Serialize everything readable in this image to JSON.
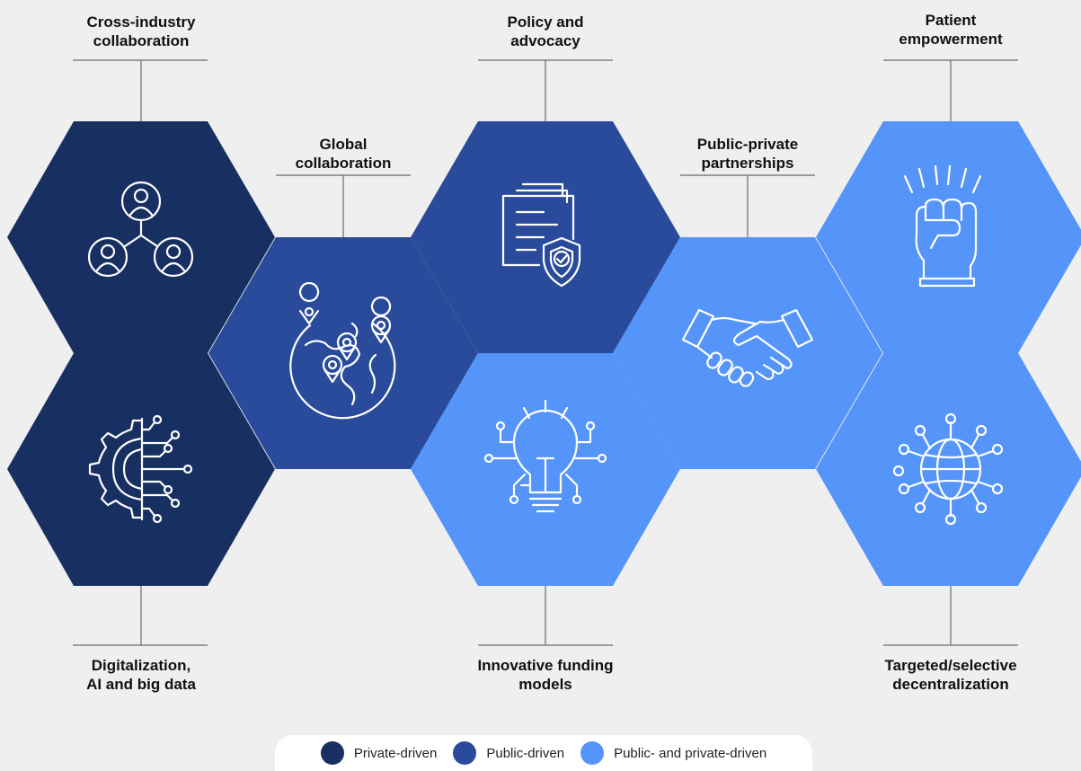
{
  "colors": {
    "private": "#172f61",
    "public": "#2a4b9b",
    "both": "#5594f8",
    "background": "#efefef",
    "icon_stroke": "#ffffff"
  },
  "labels": {
    "cross_industry": [
      "Cross-industry",
      "collaboration"
    ],
    "global": [
      "Global",
      "collaboration"
    ],
    "policy": [
      "Policy and",
      "advocacy"
    ],
    "ppp": [
      "Public-private",
      "partnerships"
    ],
    "patient": [
      "Patient",
      "empowerment"
    ],
    "digital": [
      "Digitalization,",
      "AI and big data"
    ],
    "funding": [
      "Innovative funding",
      "models"
    ],
    "decentral": [
      "Targeted/selective",
      "decentralization"
    ]
  },
  "hexagons": [
    {
      "id": "cross-industry",
      "driver": "private",
      "icon": "people-network-icon"
    },
    {
      "id": "digitalization",
      "driver": "private",
      "icon": "gear-circuit-icon"
    },
    {
      "id": "global-collaboration",
      "driver": "public",
      "icon": "globe-pins-icon"
    },
    {
      "id": "policy-advocacy",
      "driver": "public",
      "icon": "document-shield-icon"
    },
    {
      "id": "innovative-funding",
      "driver": "both",
      "icon": "lightbulb-icon"
    },
    {
      "id": "public-private-partnerships",
      "driver": "both",
      "icon": "handshake-icon"
    },
    {
      "id": "patient-empowerment",
      "driver": "both",
      "icon": "raised-fist-icon"
    },
    {
      "id": "decentralization",
      "driver": "both",
      "icon": "globe-network-icon"
    }
  ],
  "legend": {
    "private": "Private-driven",
    "public": "Public-driven",
    "both": "Public- and private-driven"
  }
}
